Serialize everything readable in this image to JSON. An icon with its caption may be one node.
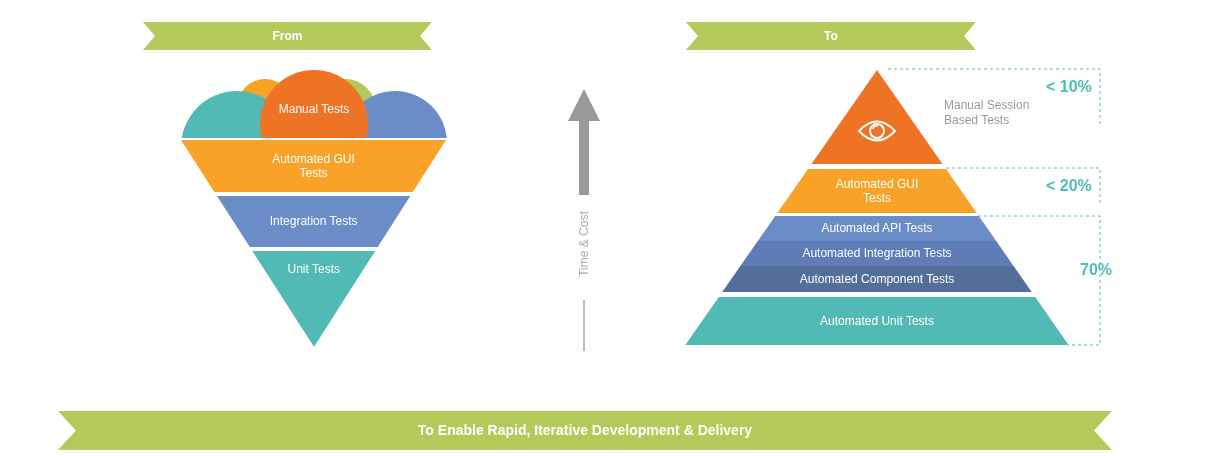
{
  "diagram": {
    "nodes": [
      {
        "text": [
          "From"
        ]
      },
      {
        "text": [
          "To"
        ]
      },
      {
        "text": [
          "Manual Tests"
        ]
      },
      {
        "text": [
          "Automated GUI Tests"
        ]
      },
      {
        "text": [
          "Integration Tests"
        ]
      },
      {
        "text": [
          "Unit Tests"
        ]
      },
      {
        "text": [],
        "shape": "triangle",
        "beside": [
          "Manual Session Based Tests"
        ]
      },
      {
        "text": [
          "Automated GUI Tests"
        ]
      },
      {
        "text": [
          "Automated API Tests"
        ]
      },
      {
        "text": [
          "Automated Integration Tests"
        ]
      },
      {
        "text": [
          "Automated Component Tests"
        ]
      },
      {
        "text": [
          "Automated Unit Tests"
        ]
      },
      {
        "text": [
          "To Enable Rapid, Iterative Development & Delivery"
        ]
      }
    ],
    "edges": [],
    "labels": [
      "< 10%",
      "< 20%",
      "70%",
      "Time & Cost"
    ]
  }
}
